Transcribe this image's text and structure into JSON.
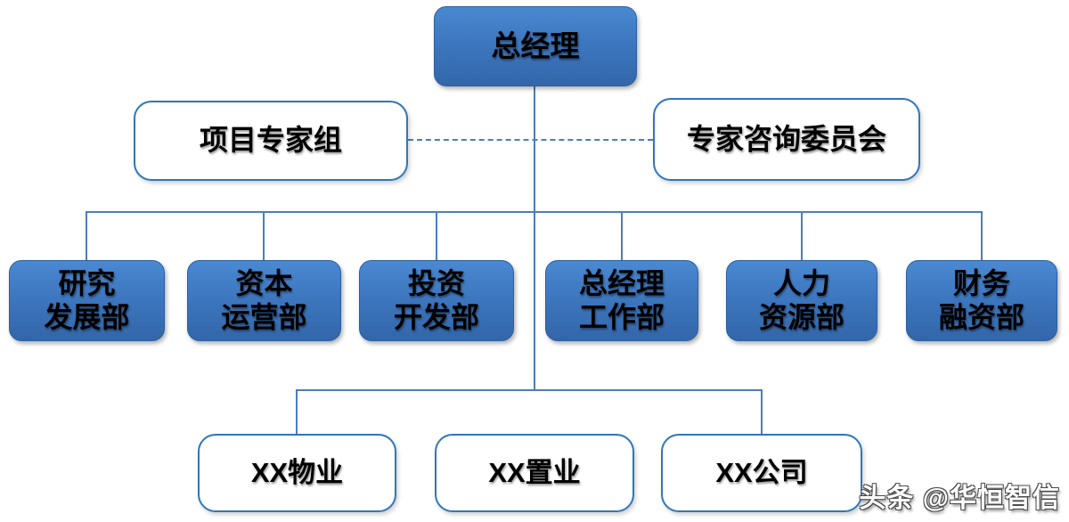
{
  "diagram": {
    "type": "org-chart",
    "root": {
      "label": "总经理"
    },
    "advisors": [
      {
        "label": "项目专家组"
      },
      {
        "label": "专家咨询委员会"
      }
    ],
    "departments": [
      {
        "line1": "研究",
        "line2": "发展部"
      },
      {
        "line1": "资本",
        "line2": "运营部"
      },
      {
        "line1": "投资",
        "line2": "开发部"
      },
      {
        "line1": "总经理",
        "line2": "工作部"
      },
      {
        "line1": "人力",
        "line2": "资源部"
      },
      {
        "line1": "财务",
        "line2": "融资部"
      }
    ],
    "subsidiaries": [
      {
        "label": "XX物业"
      },
      {
        "label": "XX置业"
      },
      {
        "label": "XX公司"
      }
    ]
  },
  "watermark": {
    "text": "头条 @华恒智信"
  },
  "colors": {
    "connector": "#4a7fbe",
    "blue_box_fill_top": "#4a89d2",
    "blue_box_fill_bottom": "#3366a9",
    "blue_box_border": "#2c5f9e",
    "white_box_border": "#2e78b8",
    "text": "#000000",
    "background": "#ffffff"
  }
}
